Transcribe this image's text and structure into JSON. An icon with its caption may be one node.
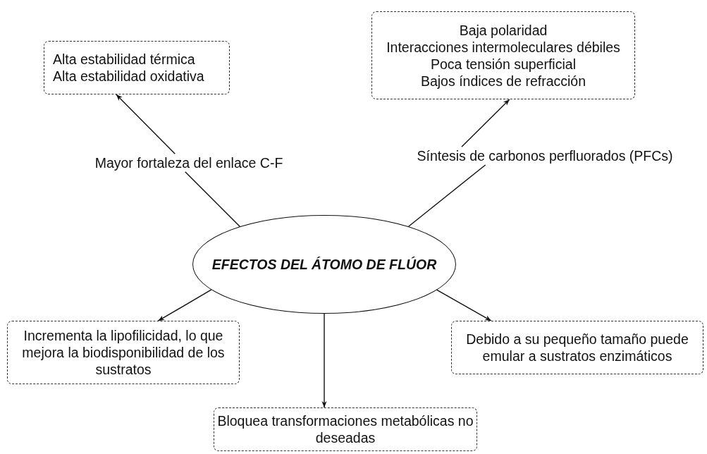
{
  "diagram": {
    "nodes": [
      {
        "text": [
          "EFECTOS DEL ÁTOMO DE FLÚOR"
        ]
      },
      {
        "text": [
          "Mayor fortaleza del enlace C-F"
        ]
      },
      {
        "text": [
          "Síntesis de carbonos perfluorados (PFCs)"
        ]
      },
      {
        "text": [
          "Alta estabilidad térmica",
          "Alta estabilidad oxidativa"
        ]
      },
      {
        "text": [
          "Baja polaridad",
          "Interacciones intermoleculares débiles",
          "Poca tensión superficial",
          "Bajos índices de refracción"
        ]
      },
      {
        "text": [
          "Incrementa la lipofilicidad, lo que mejora la biodisponibilidad de los sustratos"
        ]
      },
      {
        "text": [
          "Debido a su pequeño tamaño puede emular a sustratos enzimáticos"
        ]
      },
      {
        "text": [
          "Bloquea transformaciones metabólicas no deseadas"
        ]
      }
    ],
    "edges": [
      {
        "from": 0,
        "to": 1,
        "arrow": "none"
      },
      {
        "from": 1,
        "to": 3,
        "arrow": "to"
      },
      {
        "from": 0,
        "to": 2,
        "arrow": "none"
      },
      {
        "from": 2,
        "to": 4,
        "arrow": "to"
      },
      {
        "from": 0,
        "to": 5,
        "arrow": "to"
      },
      {
        "from": 0,
        "to": 6,
        "arrow": "to"
      },
      {
        "from": 0,
        "to": 7,
        "arrow": "to"
      }
    ]
  }
}
